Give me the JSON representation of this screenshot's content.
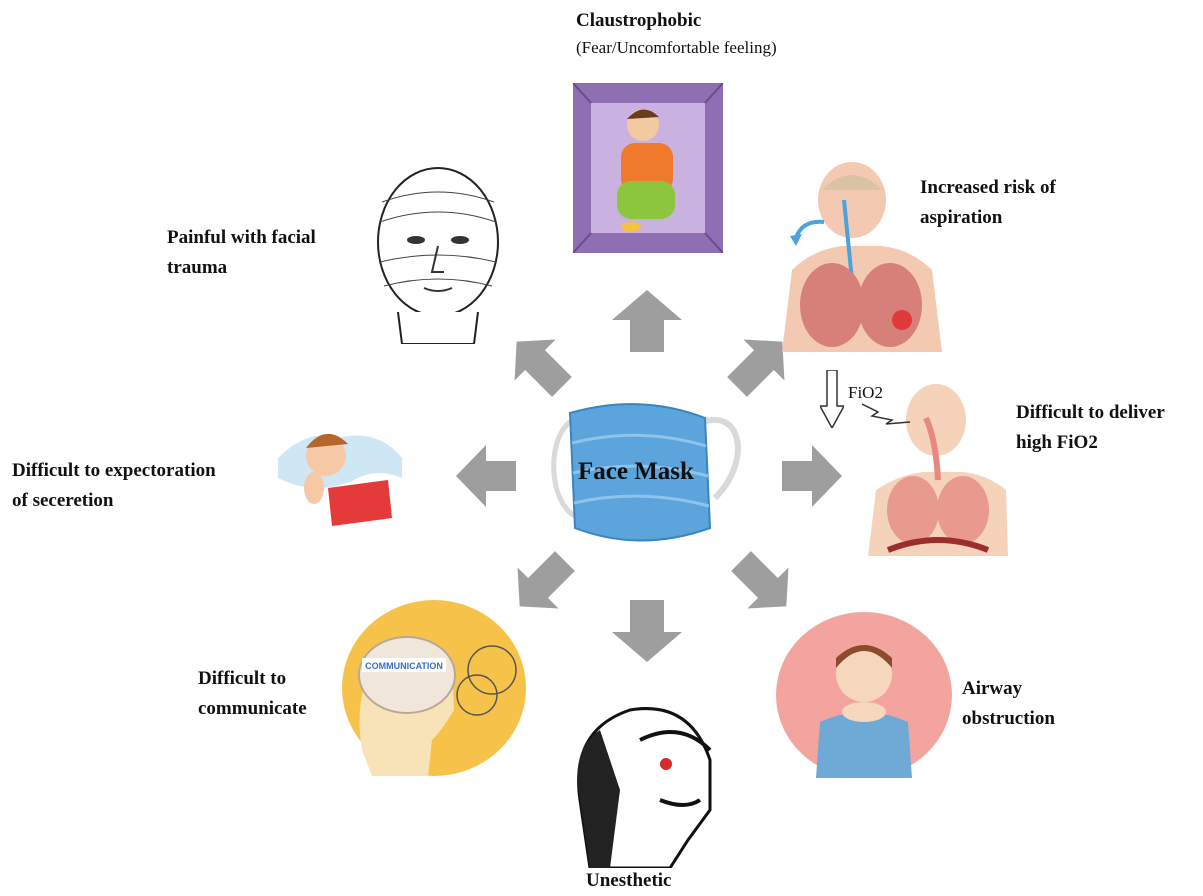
{
  "center": {
    "title": "Face Mask"
  },
  "items": {
    "claustrophobic": {
      "title": "Claustrophobic",
      "subtitle": "(Fear/Uncomfortable feeling)"
    },
    "aspiration": {
      "line1": "Increased risk of",
      "line2": "aspiration"
    },
    "fio2": {
      "line1": "Difficult to deliver",
      "line2": "high FiO2",
      "tag": "FiO2"
    },
    "airway": {
      "line1": "Airway",
      "line2": "obstruction"
    },
    "unesthetic": {
      "title": "Unesthetic"
    },
    "communicate": {
      "line1": "Difficult to",
      "line2": "communicate"
    },
    "expectoration": {
      "line1": "Difficult to expectoration",
      "line2": "of seceretion"
    },
    "facial": {
      "line1": "Painful with facial",
      "line2": "trauma"
    }
  },
  "colors": {
    "arrow": "#9e9e9e",
    "mask": "#5ba4dc",
    "box": "#a98bc4"
  },
  "icons": [
    "face-mask-icon",
    "claustrophobic-person-icon",
    "aspiration-lungs-icon",
    "fio2-respiratory-icon",
    "airway-obstruction-icon",
    "unesthetic-head-icon",
    "communication-brain-icon",
    "coughing-person-icon",
    "line-drawn-face-icon"
  ]
}
